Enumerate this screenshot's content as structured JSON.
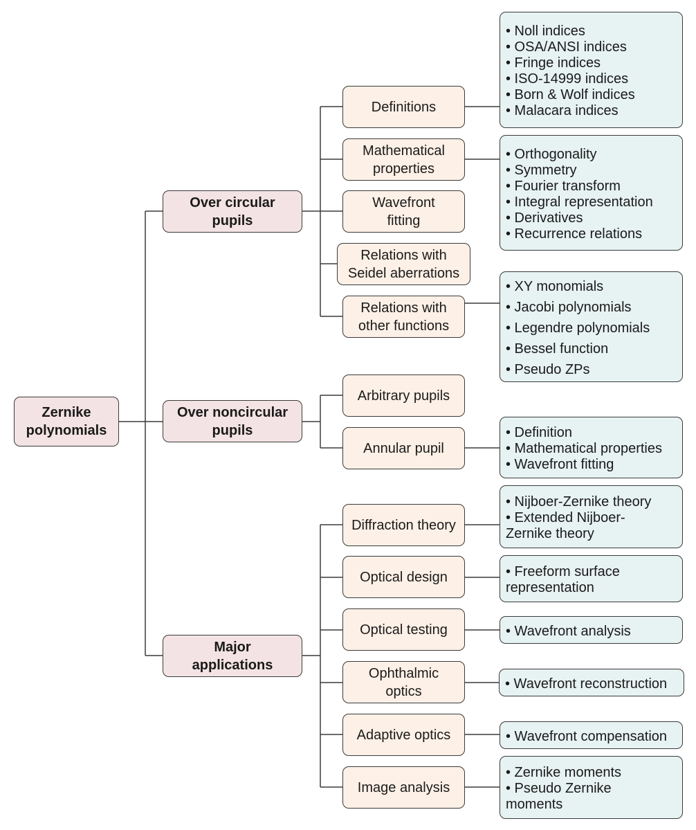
{
  "root": {
    "label_line1": "Zernike",
    "label_line2": "polynomials"
  },
  "categories": [
    {
      "label_line1": "Over circular",
      "label_line2": "pupils",
      "children": [
        {
          "label_line1": "Definitions",
          "label_line2": "",
          "leaves": [
            "• Noll indices",
            "• OSA/ANSI indices",
            "• Fringe indices",
            "• ISO-14999 indices",
            "• Born & Wolf indices",
            "• Malacara indices"
          ]
        },
        {
          "label_line1": "Mathematical",
          "label_line2": "properties",
          "leaves": [
            "• Orthogonality",
            "• Symmetry",
            "• Fourier transform",
            "• Integral representation",
            "• Derivatives",
            "• Recurrence relations"
          ]
        },
        {
          "label_line1": "Wavefront",
          "label_line2": "fitting",
          "leaves": []
        },
        {
          "label_line1": "Relations with",
          "label_line2": "Seidel aberrations",
          "leaves": []
        },
        {
          "label_line1": "Relations with",
          "label_line2": "other functions",
          "leaves": [
            "• XY monomials",
            "• Jacobi polynomials",
            "• Legendre polynomials",
            "• Bessel function",
            "• Pseudo ZPs"
          ]
        }
      ]
    },
    {
      "label_line1": "Over noncircular",
      "label_line2": "pupils",
      "children": [
        {
          "label_line1": "Arbitrary pupils",
          "label_line2": "",
          "leaves": []
        },
        {
          "label_line1": "Annular pupil",
          "label_line2": "",
          "leaves": [
            "• Definition",
            "• Mathematical properties",
            "• Wavefront fitting"
          ]
        }
      ]
    },
    {
      "label_line1": "Major",
      "label_line2": "applications",
      "children": [
        {
          "label_line1": "Diffraction theory",
          "label_line2": "",
          "leaves": [
            "• Nijboer-Zernike theory",
            "• Extended Nijboer-Zernike theory"
          ]
        },
        {
          "label_line1": "Optical design",
          "label_line2": "",
          "leaves": [
            "• Freeform surface representation"
          ]
        },
        {
          "label_line1": "Optical testing",
          "label_line2": "",
          "leaves": [
            "• Wavefront analysis"
          ]
        },
        {
          "label_line1": "Ophthalmic",
          "label_line2": "optics",
          "leaves": [
            "• Wavefront reconstruction"
          ]
        },
        {
          "label_line1": "Adaptive optics",
          "label_line2": "",
          "leaves": [
            "• Wavefront compensation"
          ]
        },
        {
          "label_line1": "Image analysis",
          "label_line2": "",
          "leaves": [
            "• Zernike moments",
            "• Pseudo Zernike moments"
          ]
        }
      ]
    }
  ],
  "colors": {
    "root_fill": "#f4e3e4",
    "level2_fill": "#fdf0e6",
    "leaf_fill": "#e7f2f2",
    "stroke": "#3a3a3a"
  }
}
